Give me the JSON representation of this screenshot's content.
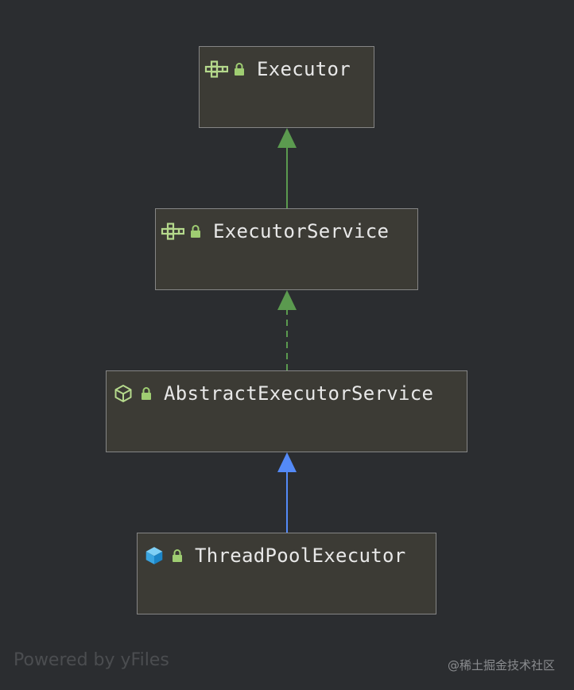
{
  "diagram": {
    "nodes": [
      {
        "id": "executor",
        "label": "Executor",
        "kind": "interface",
        "icon": "interface-icon",
        "visibility": "lock-icon"
      },
      {
        "id": "executor-service",
        "label": "ExecutorService",
        "kind": "interface",
        "icon": "interface-icon",
        "visibility": "lock-icon"
      },
      {
        "id": "abstract-executor-service",
        "label": "AbstractExecutorService",
        "kind": "abstract-class",
        "icon": "abstract-class-icon",
        "visibility": "lock-icon"
      },
      {
        "id": "thread-pool-executor",
        "label": "ThreadPoolExecutor",
        "kind": "class",
        "icon": "class-icon",
        "visibility": "lock-icon"
      }
    ],
    "edges": [
      {
        "from": "executor-service",
        "to": "executor",
        "type": "extends",
        "style": "solid",
        "color": "#5b9a4f"
      },
      {
        "from": "abstract-executor-service",
        "to": "executor-service",
        "type": "implements",
        "style": "dashed",
        "color": "#5b9a4f"
      },
      {
        "from": "thread-pool-executor",
        "to": "abstract-executor-service",
        "type": "extends",
        "style": "solid",
        "color": "#548af7"
      }
    ]
  },
  "footer": {
    "left": "Powered by yFiles",
    "right": "@稀土掘金技术社区"
  },
  "colors": {
    "background": "#2b2d30",
    "node_fill": "#3c3b35",
    "node_border": "#858585",
    "label": "#e8e8e8",
    "interface_icon": "#b5d98c",
    "lock_icon": "#9fcd72",
    "class_icon": "#3aa5e0"
  }
}
